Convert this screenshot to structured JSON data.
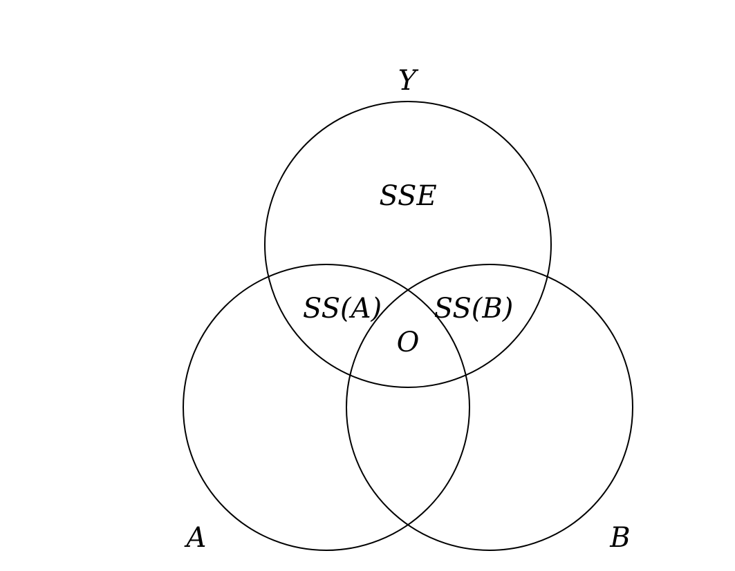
{
  "diagram": {
    "colors": {
      "stroke": "#000000",
      "text": "#000000",
      "background": "#ffffff"
    },
    "circles": {
      "y": {
        "label": "Y"
      },
      "a": {
        "label": "A"
      },
      "b": {
        "label": "B"
      }
    },
    "regions": {
      "y_only": "SSE",
      "y_and_a": "SS(A)",
      "y_and_b": "SS(B)",
      "all_three": "O"
    }
  }
}
